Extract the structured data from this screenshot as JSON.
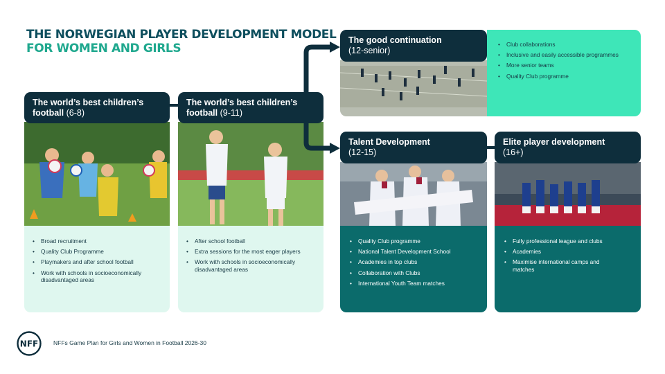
{
  "title": {
    "line1": "THE NORWEGIAN PLAYER DEVELOPMENT MODEL",
    "line2": "FOR WOMEN AND GIRLS"
  },
  "stages": {
    "children_6_8": {
      "heading": "The world’s best children’s football",
      "range": "(6-8)",
      "photo_icon": "girls-with-footballs-photo",
      "items": [
        "Broad recruitment",
        "Quality Club Programme",
        "Playmakers and after school football",
        "Work with schools in socioeconomically disadvantaged areas"
      ]
    },
    "children_9_11": {
      "heading": "The world’s best children’s football",
      "range": "(9-11)",
      "photo_icon": "two-girls-on-pitch-photo",
      "items": [
        "After school football",
        "Extra sessions for the most eager players",
        "Work with schools in socioeconomically disadvantaged areas"
      ]
    },
    "good_continuation": {
      "heading": "The good continuation",
      "range": "(12-senior)",
      "photo_icon": "team-training-aerial-photo",
      "items": [
        "Club collaborations",
        "Inclusive and easily accessible programmes",
        "More senior teams",
        "Quality Club programme"
      ]
    },
    "talent_development": {
      "heading": "Talent Development",
      "range": "(12-15)",
      "photo_icon": "players-celebrating-photo",
      "items": [
        "Quality Club programme",
        "National Talent Development School",
        "Academies in top clubs",
        "Collaboration with Clubs",
        "International Youth Team matches"
      ]
    },
    "elite": {
      "heading": "Elite player development",
      "range": "(16+)",
      "photo_icon": "national-team-celebration-photo",
      "items": [
        "Fully professional league and clubs",
        "Academies",
        "Maximise international camps and matches"
      ]
    }
  },
  "footer": {
    "logo_icon": "nff-logo",
    "logo_text": "NFF",
    "text": "NFFs Game Plan for Girls and Women in Football 2026-30"
  },
  "colors": {
    "navy": "#0e2e3c",
    "teal": "#0b6b6b",
    "mint": "#3ee6b8",
    "light_mint": "#dff7ef",
    "title_dark": "#0e4f5e",
    "title_green": "#1fa88e"
  }
}
